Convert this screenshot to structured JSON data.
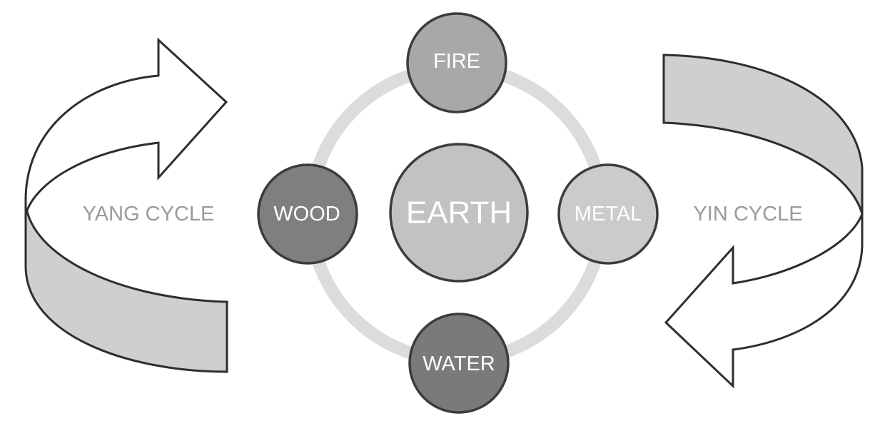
{
  "diagram": {
    "center": {
      "label": "EARTH",
      "color": "#c2c2c3"
    },
    "elements": {
      "fire": {
        "label": "FIRE",
        "color": "#a8a8aa"
      },
      "wood": {
        "label": "WOOD",
        "color": "#7f7f81"
      },
      "metal": {
        "label": "METAL",
        "color": "#cbcbcc"
      },
      "water": {
        "label": "WATER",
        "color": "#7a7a7c"
      }
    },
    "ring_color": "#dcdcdc",
    "yang_cycle": {
      "label": "YANG CYCLE",
      "color": "#cfcfcf"
    },
    "yin_cycle": {
      "label": "YIN CYCLE",
      "color": "#cfcfcf"
    },
    "label_color": "#9a9a9a"
  }
}
